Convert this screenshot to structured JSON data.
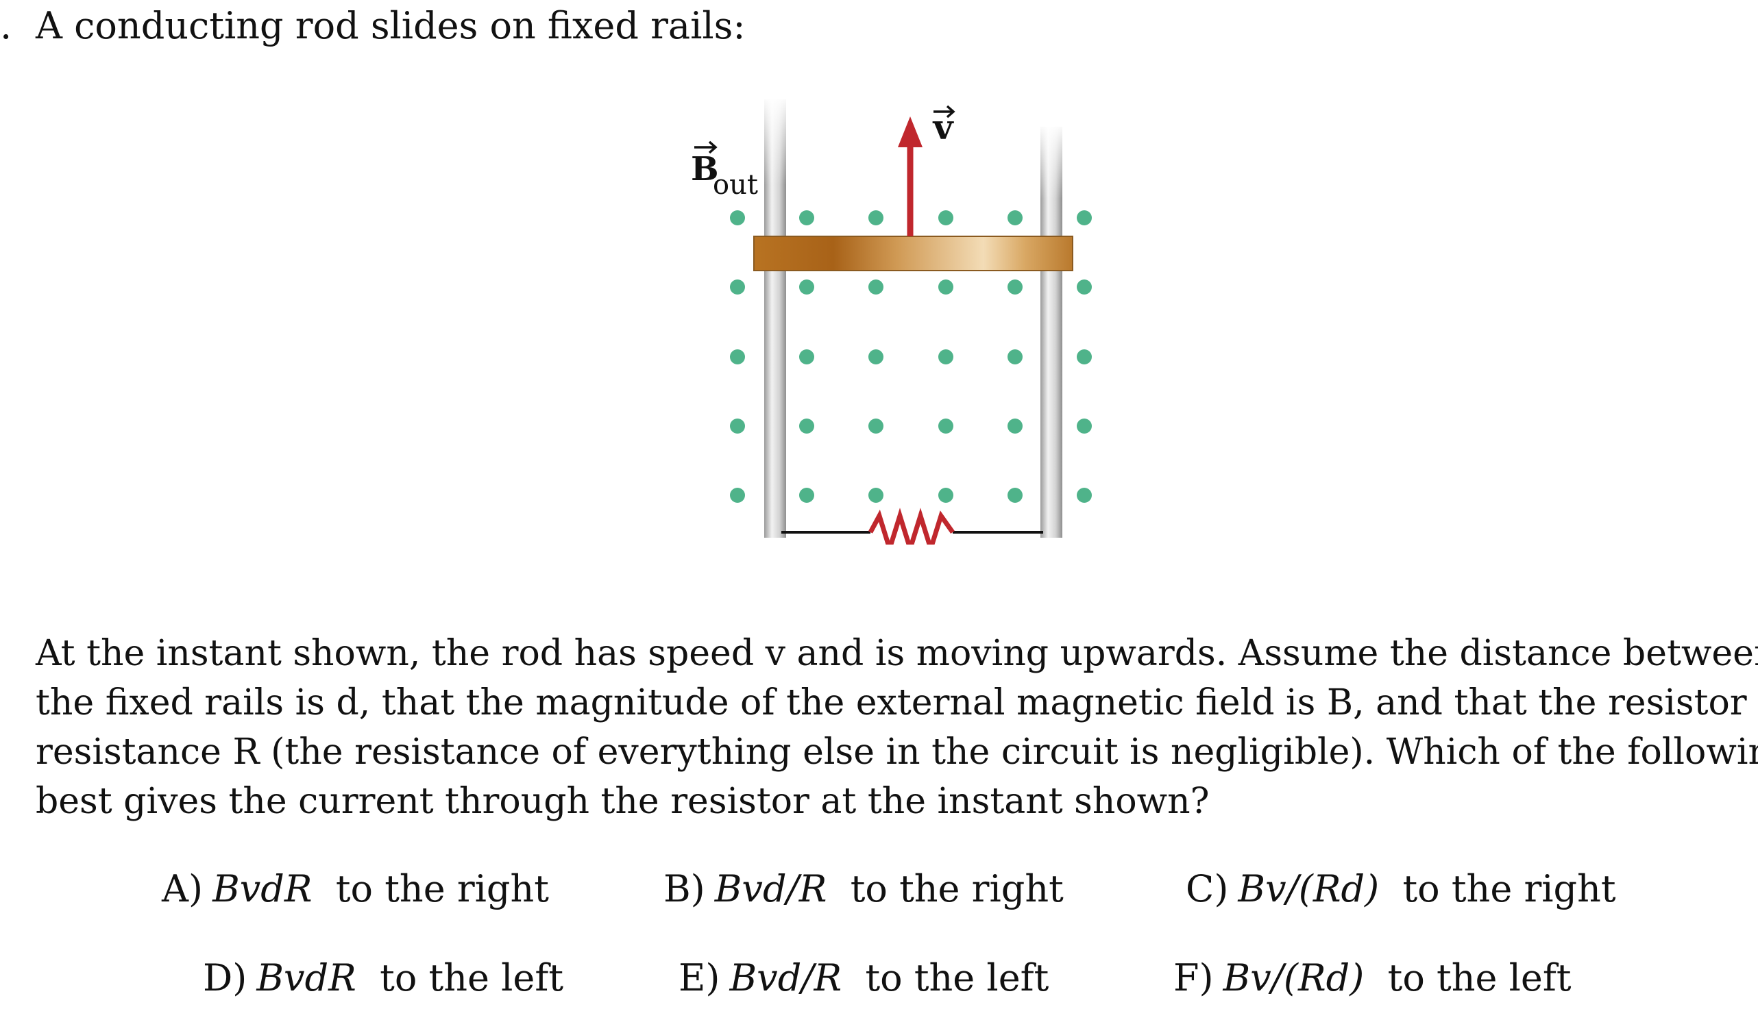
{
  "question": {
    "number": ".",
    "stem": "A conducting rod slides on fixed rails:",
    "paragraph_lines": [
      "At the instant shown, the rod has speed v and is moving upwards. Assume the distance between",
      "the fixed rails is d, that the magnitude of the external magnetic field is B, and that the resistor has",
      "resistance R (the resistance of everything else in the circuit is negligible). Which of the following",
      "best gives the current through the resistor at the instant shown?"
    ]
  },
  "figure": {
    "field_label": "B",
    "field_subscript": "out",
    "velocity_label": "v",
    "colors": {
      "field_dots": "#4fb38a",
      "rod": "#c58a3a",
      "velocity_arrow": "#c0272d",
      "resistor": "#c0272d",
      "rails": "#c8c8c8"
    }
  },
  "choices": [
    {
      "letter": "A)",
      "expr": "BvdR",
      "direction": "to the right"
    },
    {
      "letter": "B)",
      "expr": "Bvd/R",
      "direction": "to the right"
    },
    {
      "letter": "C)",
      "expr": "Bv/(Rd)",
      "direction": "to the right"
    },
    {
      "letter": "D)",
      "expr": "BvdR",
      "direction": "to the left"
    },
    {
      "letter": "E)",
      "expr": "Bvd/R",
      "direction": "to the left"
    },
    {
      "letter": "F)",
      "expr": "Bv/(Rd)",
      "direction": "to the left"
    }
  ]
}
